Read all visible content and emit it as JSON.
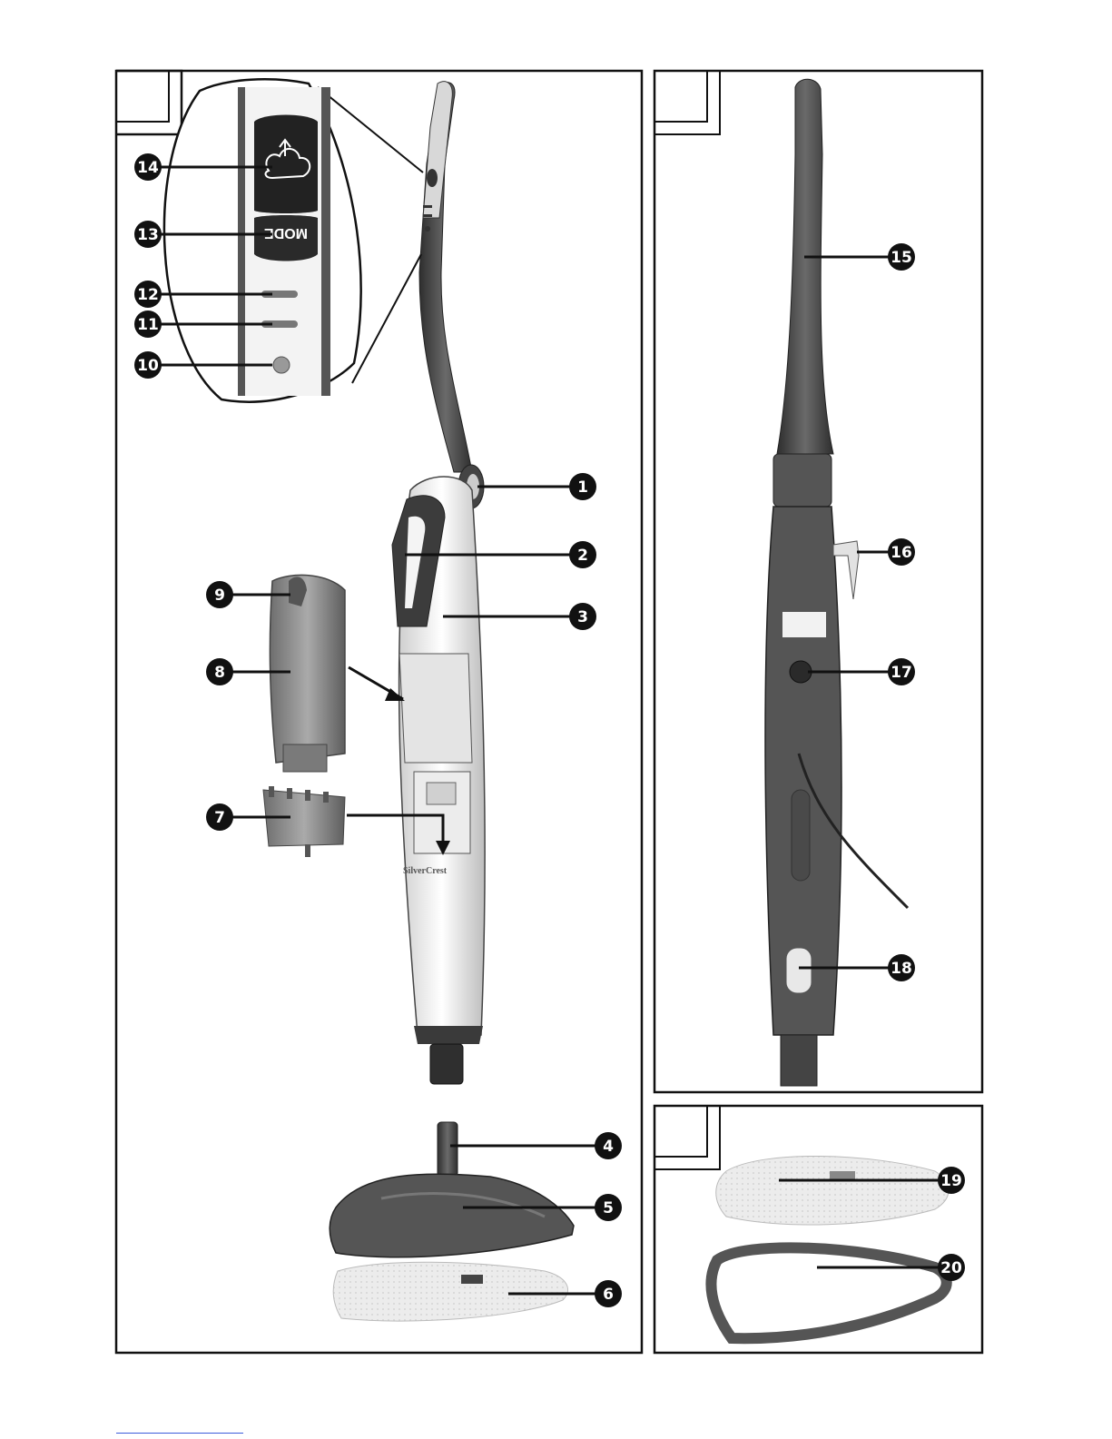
{
  "figure": {
    "brand_label": "SilverCrest",
    "mode_button_label": "MODE",
    "callouts": [
      {
        "n": "1"
      },
      {
        "n": "2"
      },
      {
        "n": "3"
      },
      {
        "n": "4"
      },
      {
        "n": "5"
      },
      {
        "n": "6"
      },
      {
        "n": "7"
      },
      {
        "n": "8"
      },
      {
        "n": "9"
      },
      {
        "n": "10"
      },
      {
        "n": "11"
      },
      {
        "n": "12"
      },
      {
        "n": "13"
      },
      {
        "n": "14"
      },
      {
        "n": "15"
      },
      {
        "n": "16"
      },
      {
        "n": "17"
      },
      {
        "n": "18"
      },
      {
        "n": "19"
      },
      {
        "n": "20"
      }
    ]
  },
  "colors": {
    "frame": "#111111",
    "body_dark": "#4a4a4a",
    "body_light": "#f2f2f2",
    "pad": "#e8e8e8",
    "tank": "#8c8c8c"
  }
}
